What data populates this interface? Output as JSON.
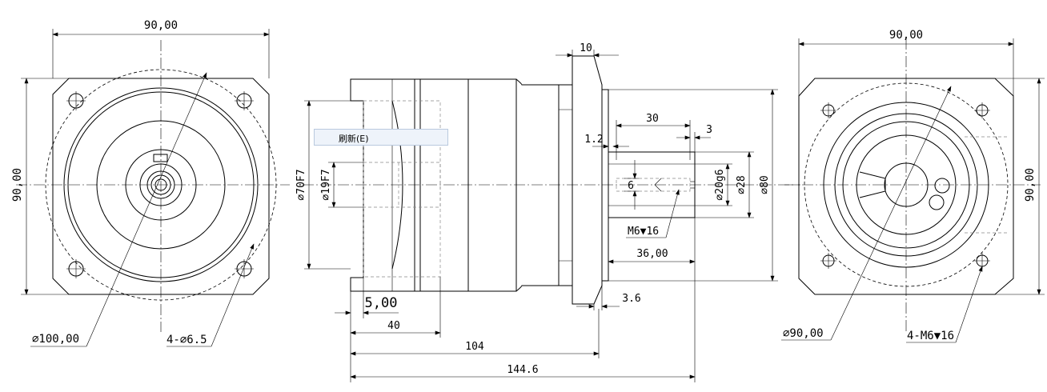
{
  "context_menu": {
    "item_refresh": "刷新(E)"
  },
  "left_view": {
    "width_label": "90,00",
    "height_label": "90,00",
    "pcd_label": "⌀100,00",
    "holes_label": "4-⌀6.5"
  },
  "side_view": {
    "flange_thk": "10",
    "shaft_len": "30",
    "key_end": "3",
    "chamfer": "1.2",
    "key_width": "6",
    "tap": "M6▼16",
    "shaft_dia": "⌀20g6",
    "shoulder_dia": "⌀28",
    "pilot_dia": "⌀80",
    "shaft_total": "36,00",
    "pilot_height": "3.6",
    "input_bore": "⌀70F7",
    "motor_shaft": "⌀19F7",
    "input_offset": "5,00",
    "input_depth": "40",
    "body_len": "104",
    "total_len": "144.6"
  },
  "right_view": {
    "width_label": "90,00",
    "height_label": "90,00",
    "pcd_label": "⌀90,00",
    "holes_label": "4-M6▼16"
  }
}
